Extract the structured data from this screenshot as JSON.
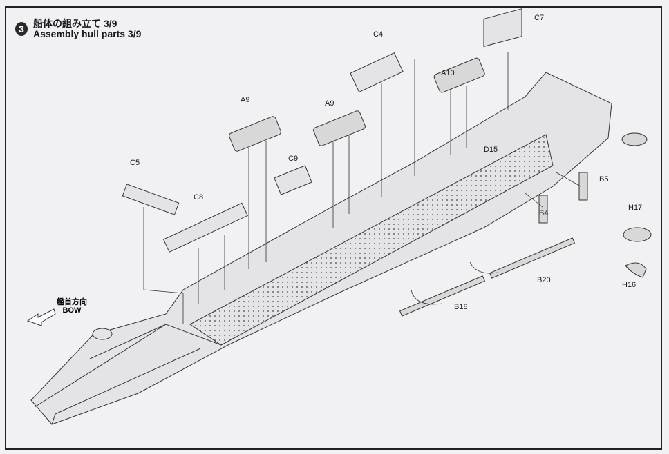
{
  "header": {
    "step_number": "3",
    "title_ja": "船体の組み立て 3/9",
    "title_en": "Assembly hull parts 3/9"
  },
  "direction": {
    "label_ja": "艦首方向",
    "label_en": "BOW"
  },
  "parts": [
    "C7",
    "C4",
    "A10",
    "A9",
    "A9",
    "C9",
    "D15",
    "C5",
    "C8",
    "B5",
    "B4",
    "H17",
    "H16",
    "B20",
    "B18"
  ],
  "colors": {
    "paper": "#f1f0f3",
    "line": "#333333",
    "part_fill": "#d8d8d8"
  }
}
